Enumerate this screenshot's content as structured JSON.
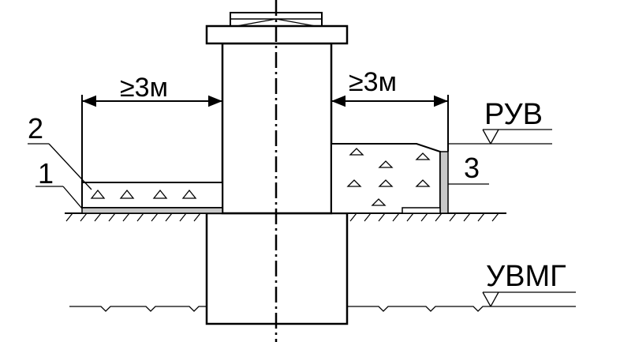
{
  "labels": {
    "dim_left": "≥3м",
    "dim_right": "≥3м",
    "callout_1": "1",
    "callout_2": "2",
    "callout_3": "3",
    "level_ruv": "РУВ",
    "level_uvmg": "УВМГ"
  }
}
